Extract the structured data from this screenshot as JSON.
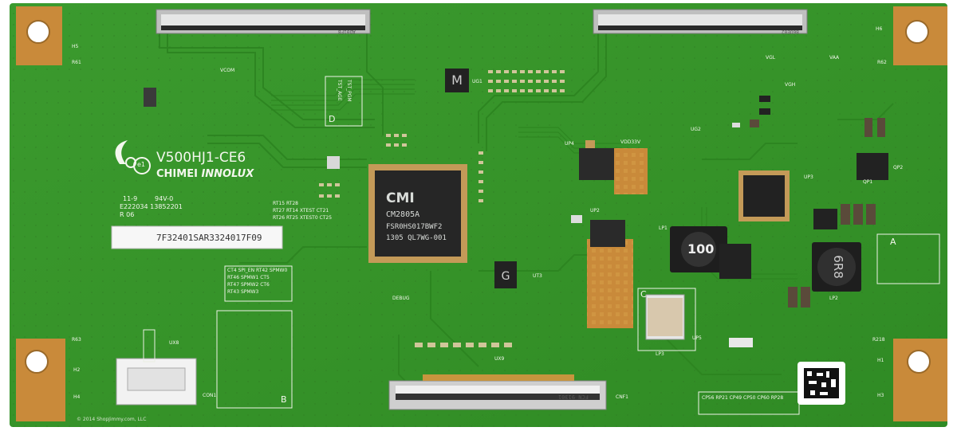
{
  "board": {
    "model": "V500HJ1-CE6",
    "brand": "CHIMEI",
    "brand_suffix": "INNOLUX",
    "logo_mark": "e1",
    "ul_lines": [
      "94V-0",
      "E222034  13852201",
      "R 06"
    ],
    "ul_date": "11-9",
    "sticker_text": "7F32401SAR3324017F09",
    "copyright": "© 2014 ShopJimmy.com, LLC"
  },
  "main_chip": {
    "logo": "CMI",
    "lines": [
      "CM2805A",
      "FSR0HS017BWF2",
      "1305 QL7WG-001"
    ]
  },
  "inductor": {
    "label": "100"
  },
  "inductor2": {
    "label": "6R8"
  },
  "connectors": {
    "bottom": "FCN 91301",
    "top_left": "AD01FB",
    "top_right": "B6UE02"
  },
  "silkscreen": {
    "D_box": [
      "TST_AGE",
      "TST_PGM",
      "D"
    ],
    "c_box": "C",
    "b_box": "B",
    "a_box": "A",
    "ref_groups": [
      "CT4  SPI_EN  RT42  SPMW0",
      "RT46  SPMW1  CT5",
      "RT47  SPMW2  CT6",
      "RT43  SPMW3",
      "RT15  RT28",
      "RT27  RT14  XTEST  CT21",
      "RT26  RT25  XTEST0 CT25",
      "CP56 RP21  CP49  CP50  CP60  RP28"
    ],
    "corner_labels": [
      "H5",
      "H6",
      "H2",
      "H4",
      "H1",
      "H3"
    ],
    "misc": [
      "VCOM",
      "VGH",
      "VDD33V",
      "VGL",
      "VAA",
      "DEBUG",
      "CON1",
      "CNF1",
      "UX8",
      "LP1",
      "LP2",
      "LP3",
      "UP2",
      "UP4",
      "UT3",
      "UX9",
      "UG1",
      "UG2",
      "UP3",
      "UP5",
      "QP1",
      "QP2",
      "R61",
      "R62",
      "R63",
      "R218"
    ]
  }
}
